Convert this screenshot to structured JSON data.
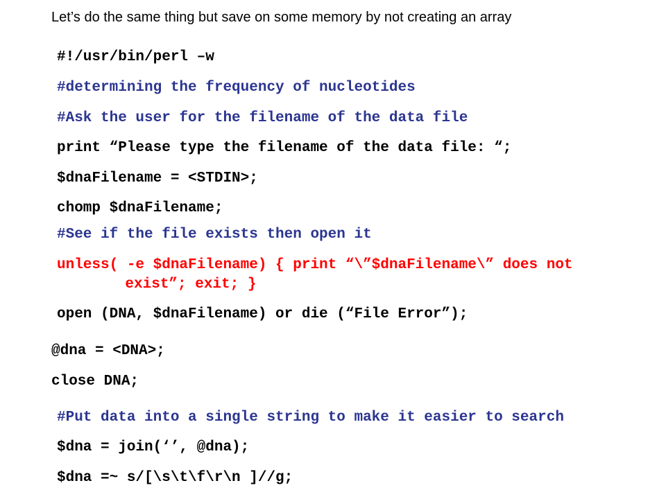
{
  "slide": {
    "heading": "Let’s do the same thing but save on some memory by not creating an array",
    "lines": {
      "shebang": "#!/usr/bin/perl –w",
      "comment_frequency": "#determining the frequency of nucleotides",
      "comment_ask": "#Ask the user for the filename of the data file",
      "print_prompt": "print “Please type the filename of the data file: “;",
      "read_stdin": "$dnaFilename = <STDIN>;",
      "chomp": "chomp $dnaFilename;",
      "comment_exists": "#See if the file exists then open it",
      "unless_line1": "unless( -e $dnaFilename) { print “\\”$dnaFilename\\” does not",
      "unless_line2": "    exist”; exit; }",
      "open_file": "open (DNA, $dnaFilename) or die (“File Error”);",
      "read_dna": "@dna = <DNA>;",
      "close_dna": "close DNA;",
      "comment_join": "#Put data into a single string to make it easier to search",
      "join": "$dna = join(‘’, @dna);",
      "strip_whitespace": "$dna =~ s/[\\s\\t\\f\\r\\n ]//g;"
    }
  },
  "colors": {
    "text": "#000000",
    "comment": "#2b3590",
    "error_block": "#ff0000",
    "background": "#ffffff"
  }
}
